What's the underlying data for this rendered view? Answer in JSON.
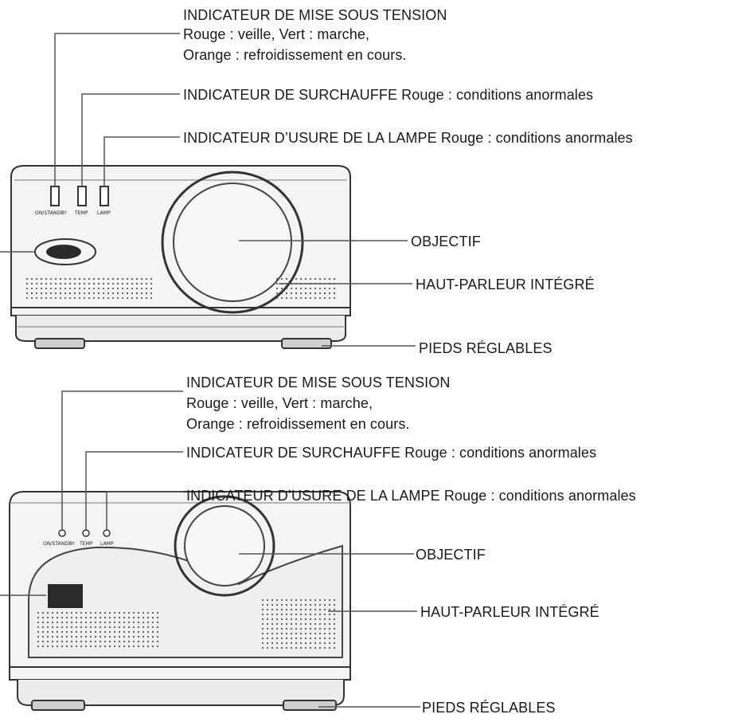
{
  "diagrams": [
    {
      "power_title": "INDICATEUR DE MISE SOUS TENSION",
      "power_line2": "Rouge : veille, Vert : marche,",
      "power_line3": "Orange : refroidissement en cours.",
      "overheat": "INDICATEUR DE SURCHAUFFE Rouge : conditions anormales",
      "lamp": "INDICATEUR D’USURE DE LA LAMPE Rouge : conditions anormales",
      "lens": "OBJECTIF",
      "speaker": "HAUT-PARLEUR INTÉGRÉ",
      "feet": "PIEDS RÉGLABLES",
      "led_labels": [
        "ON/STANDBY",
        "TEMP",
        "LAMP"
      ]
    },
    {
      "power_title": "INDICATEUR DE MISE SOUS TENSION",
      "power_line2": "Rouge : veille, Vert : marche,",
      "power_line3": "Orange : refroidissement en cours.",
      "overheat": "INDICATEUR DE SURCHAUFFE Rouge : conditions anormales",
      "lamp": "INDICATEUR D’USURE DE LA LAMPE Rouge : conditions anormales",
      "lens": "OBJECTIF",
      "speaker": "HAUT-PARLEUR INTÉGRÉ",
      "feet": "PIEDS RÉGLABLES",
      "led_labels": [
        "ON/STANDBY",
        "TEMP",
        "LAMP"
      ]
    }
  ],
  "colors": {
    "ink": "#1a1a1a",
    "line": "#555555",
    "body_fill": "#f4f4f4",
    "lens_fill": "#f7f7f7",
    "window_fill": "#2a2a2a"
  }
}
